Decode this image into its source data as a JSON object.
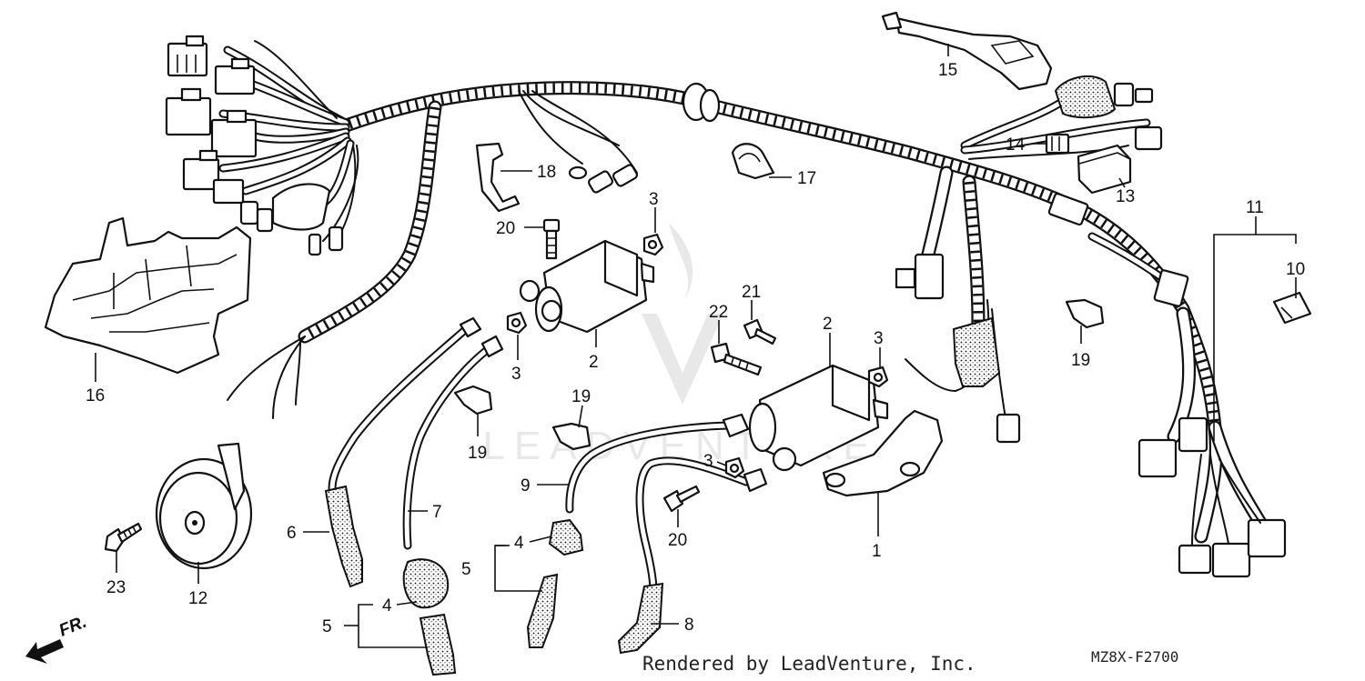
{
  "diagram": {
    "callouts": {
      "c1": "1",
      "c2a": "2",
      "c2b": "2",
      "c3a": "3",
      "c3b": "3",
      "c3c": "3",
      "c3d": "3",
      "c4a": "4",
      "c4b": "4",
      "c5a": "5",
      "c5b": "5",
      "c6": "6",
      "c7": "7",
      "c8": "8",
      "c9": "9",
      "c10": "10",
      "c11": "11",
      "c12": "12",
      "c13": "13",
      "c14": "14",
      "c15": "15",
      "c16": "16",
      "c17": "17",
      "c18": "18",
      "c19a": "19",
      "c19b": "19",
      "c19c": "19",
      "c20a": "20",
      "c20b": "20",
      "c21": "21",
      "c22": "22",
      "c23": "23"
    },
    "direction_label": "FR.",
    "diagram_code": "MZ8X-F2700",
    "credit": "Rendered by LeadVenture, Inc.",
    "watermark_text": "LEADVENTURE",
    "line_color": "#111111",
    "background_color": "#ffffff",
    "watermark_color": "#e8e8e8"
  }
}
